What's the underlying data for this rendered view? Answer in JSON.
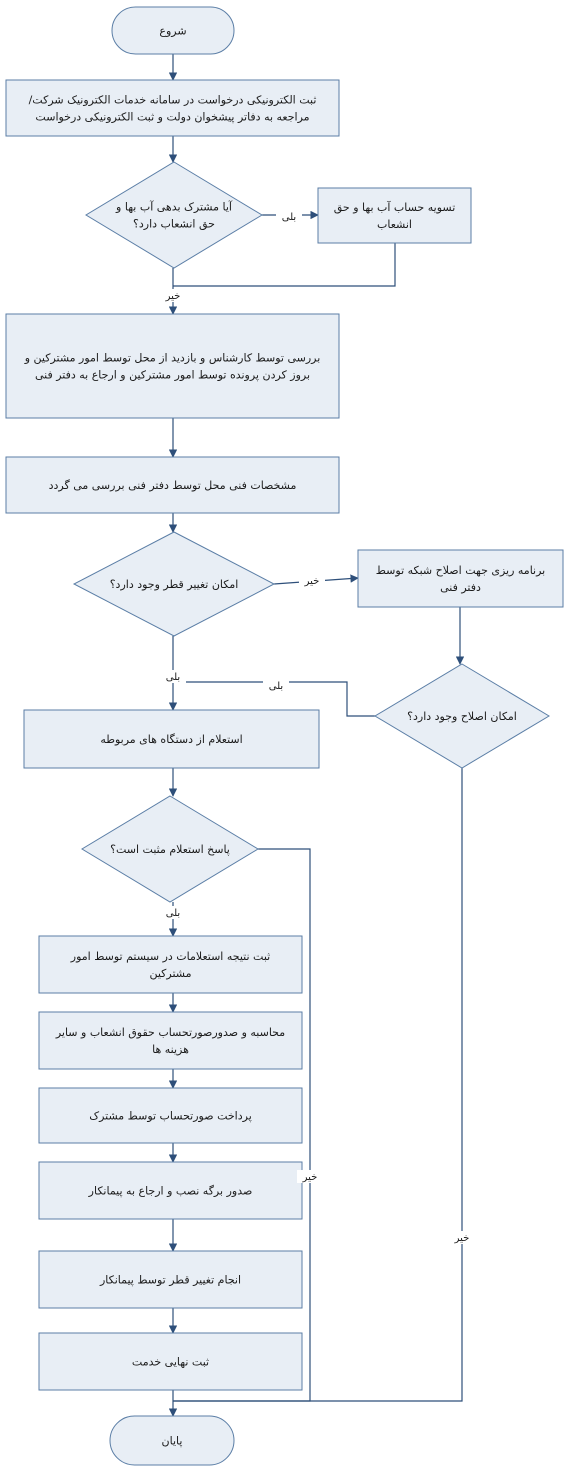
{
  "nodes": {
    "start": [
      "شروع"
    ],
    "register": [
      "ثبت الکترونیکی درخواست در سامانه خدمات الکترونیک شرکت/",
      "مراجعه به دفاتر پیشخوان دولت و ثبت الکترونیکی درخواست"
    ],
    "debt_q": [
      "آیا مشترک بدهی آب بها و",
      "حق انشعاب  دارد؟"
    ],
    "settle": [
      "تسویه حساب آب بها و حق",
      "انشعاب"
    ],
    "inspect": [
      "بررسی توسط کارشناس و بازدید از محل توسط امور مشترکین و",
      "بروز کردن پرونده توسط امور مشترکین و ارجاع به دفتر فنی"
    ],
    "tech_review": [
      "مشخصات فنی محل توسط دفتر فنی بررسی می گردد"
    ],
    "change_q": [
      "امکان تغییر قطر وجود دارد؟"
    ],
    "plan_fix": [
      "برنامه ریزی جهت اصلاح شبکه توسط",
      "دفتر فنی"
    ],
    "fix_q": [
      "امکان اصلاح وجود دارد؟"
    ],
    "inquiry": [
      "استعلام  از دستگاه های مربوطه"
    ],
    "inquiry_q": [
      "پاسخ  استعلام مثبت است؟"
    ],
    "record_inquiry": [
      "ثبت نتیجه استعلامات در سیستم توسط امور",
      "مشترکین"
    ],
    "invoice": [
      "محاسبه  و صدورصورتحساب حقوق انشعاب و سایر",
      "هزینه ها"
    ],
    "payment": [
      "پرداخت صورتحساب توسط مشترک"
    ],
    "install_form": [
      "صدور برگه نصب و ارجاع به پیمانکار"
    ],
    "do_change": [
      "انجام تغییر قطر توسط پیمانکار"
    ],
    "final_record": [
      "ثبت نهایی خدمت"
    ],
    "end": [
      "پایان"
    ]
  },
  "labels": {
    "yes": "بلی",
    "no": "خیر"
  }
}
